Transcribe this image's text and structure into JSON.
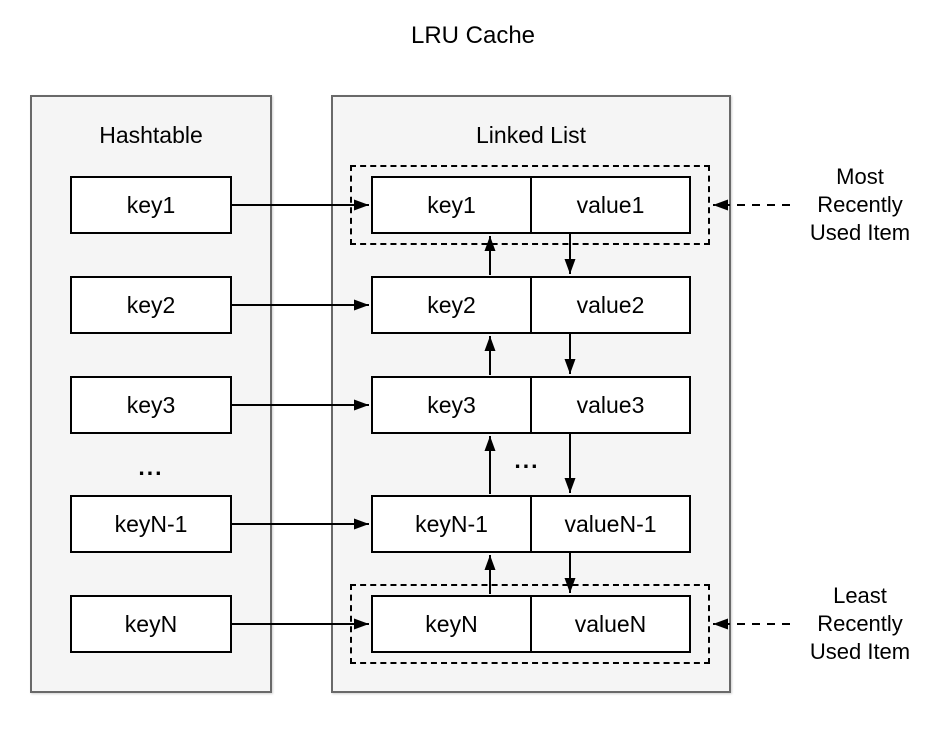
{
  "title": "LRU Cache",
  "colors": {
    "background": "#ffffff",
    "panel_fill": "#f5f5f5",
    "panel_border": "#696969",
    "box_fill": "#ffffff",
    "box_border": "#000000",
    "arrow": "#000000",
    "text": "#000000"
  },
  "hashtable": {
    "title": "Hashtable",
    "keys": [
      "key1",
      "key2",
      "key3",
      "keyN-1",
      "keyN"
    ],
    "ellipsis": "..."
  },
  "linked_list": {
    "title": "Linked List",
    "nodes": [
      {
        "key": "key1",
        "value": "value1"
      },
      {
        "key": "key2",
        "value": "value2"
      },
      {
        "key": "key3",
        "value": "value3"
      },
      {
        "key": "keyN-1",
        "value": "valueN-1"
      },
      {
        "key": "keyN",
        "value": "valueN"
      }
    ],
    "ellipsis": "..."
  },
  "annotations": {
    "mru": "Most\nRecently\nUsed Item",
    "lru": "Least\nRecently\nUsed Item"
  }
}
